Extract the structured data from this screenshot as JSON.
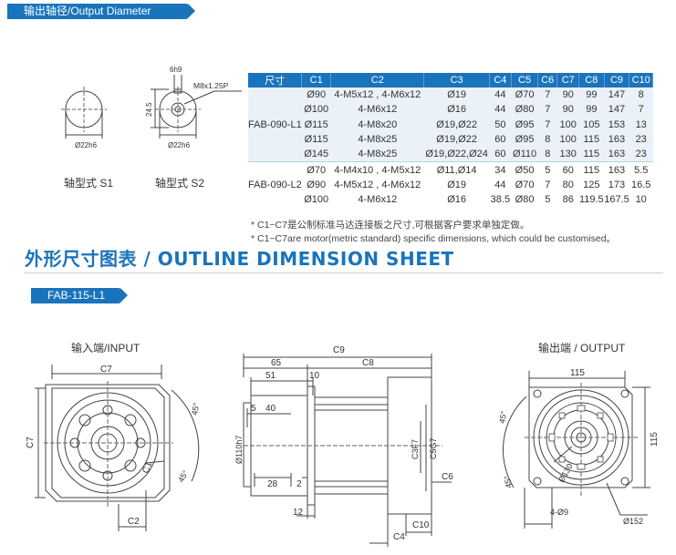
{
  "header_banner": "输出轴径/Output Diameter",
  "shaft": {
    "s1_caption": "轴型式 S1",
    "s2_caption": "轴型式 S2",
    "s1_dia": "Ø22h6",
    "s2_dia": "Ø22h6",
    "s2_key": "6h9",
    "s2_height": "24.5",
    "s2_thread": "M8x1.25P"
  },
  "table": {
    "headers": [
      "尺寸",
      "C1",
      "C2",
      "C3",
      "C4",
      "C5",
      "C6",
      "C7",
      "C8",
      "C9",
      "C10"
    ],
    "group1_model": "FAB-090-L1",
    "group1_rows": [
      [
        "Ø90",
        "4-M5x12 , 4-M6x12",
        "Ø19",
        "44",
        "Ø70",
        "7",
        "90",
        "99",
        "147",
        "8"
      ],
      [
        "Ø100",
        "4-M6x12",
        "Ø16",
        "44",
        "Ø80",
        "7",
        "90",
        "99",
        "147",
        "7"
      ],
      [
        "Ø115",
        "4-M8x20",
        "Ø19,Ø22",
        "50",
        "Ø95",
        "7",
        "100",
        "105",
        "153",
        "13"
      ],
      [
        "Ø115",
        "4-M8x25",
        "Ø19,Ø22",
        "60",
        "Ø95",
        "8",
        "100",
        "115",
        "163",
        "23"
      ],
      [
        "Ø145",
        "4-M8x25",
        "Ø19,Ø22,Ø24",
        "60",
        "Ø110",
        "8",
        "130",
        "115",
        "163",
        "23"
      ]
    ],
    "group2_model": "FAB-090-L2",
    "group2_rows": [
      [
        "Ø70",
        "4-M4x10 , 4-M5x12",
        "Ø11,Ø14",
        "34",
        "Ø50",
        "5",
        "60",
        "115",
        "163",
        "5.5"
      ],
      [
        "Ø90",
        "4-M5x12 , 4-M6x12",
        "Ø19",
        "44",
        "Ø70",
        "7",
        "80",
        "125",
        "173",
        "16.5"
      ],
      [
        "Ø100",
        "4-M6x12",
        "Ø16",
        "38.5",
        "Ø80",
        "5",
        "86",
        "119.5",
        "167.5",
        "10"
      ]
    ]
  },
  "notes": {
    "cn": "* C1~C7是公制标准马达连接板之尺寸,可根据客户要求单独定做。",
    "en": "* C1~C7are motor(metric standard)  specific dimensions, which could be customised。"
  },
  "section_title": "外形尺寸图表 / OUTLINE DIMENSION SHEET",
  "model_banner": "FAB-115-L1",
  "input_view": {
    "caption": "输入端/INPUT",
    "labels": {
      "c7_top": "C7",
      "c7_side": "C7",
      "c1": "C1",
      "c2": "C2",
      "a45_1": "45°",
      "a45_2": "45°"
    }
  },
  "side_view": {
    "labels": {
      "c9": "C9",
      "c8": "C8",
      "d65": "65",
      "d51": "51",
      "d10": "10",
      "d5": "5",
      "d40": "40",
      "d110": "Ø110h7",
      "d28": "28",
      "d2": "2",
      "d12": "12",
      "c3": "C3F7",
      "c5": "C5G7",
      "c6": "C6",
      "c4": "C4",
      "c10": "C10"
    }
  },
  "output_view": {
    "caption": "输出端 / OUTPUT",
    "labels": {
      "w115": "115",
      "h115": "115",
      "a45_1": "45°",
      "a45_2": "45°",
      "d130": "Ø130",
      "holes": "4-Ø9",
      "d152": "Ø152"
    }
  }
}
